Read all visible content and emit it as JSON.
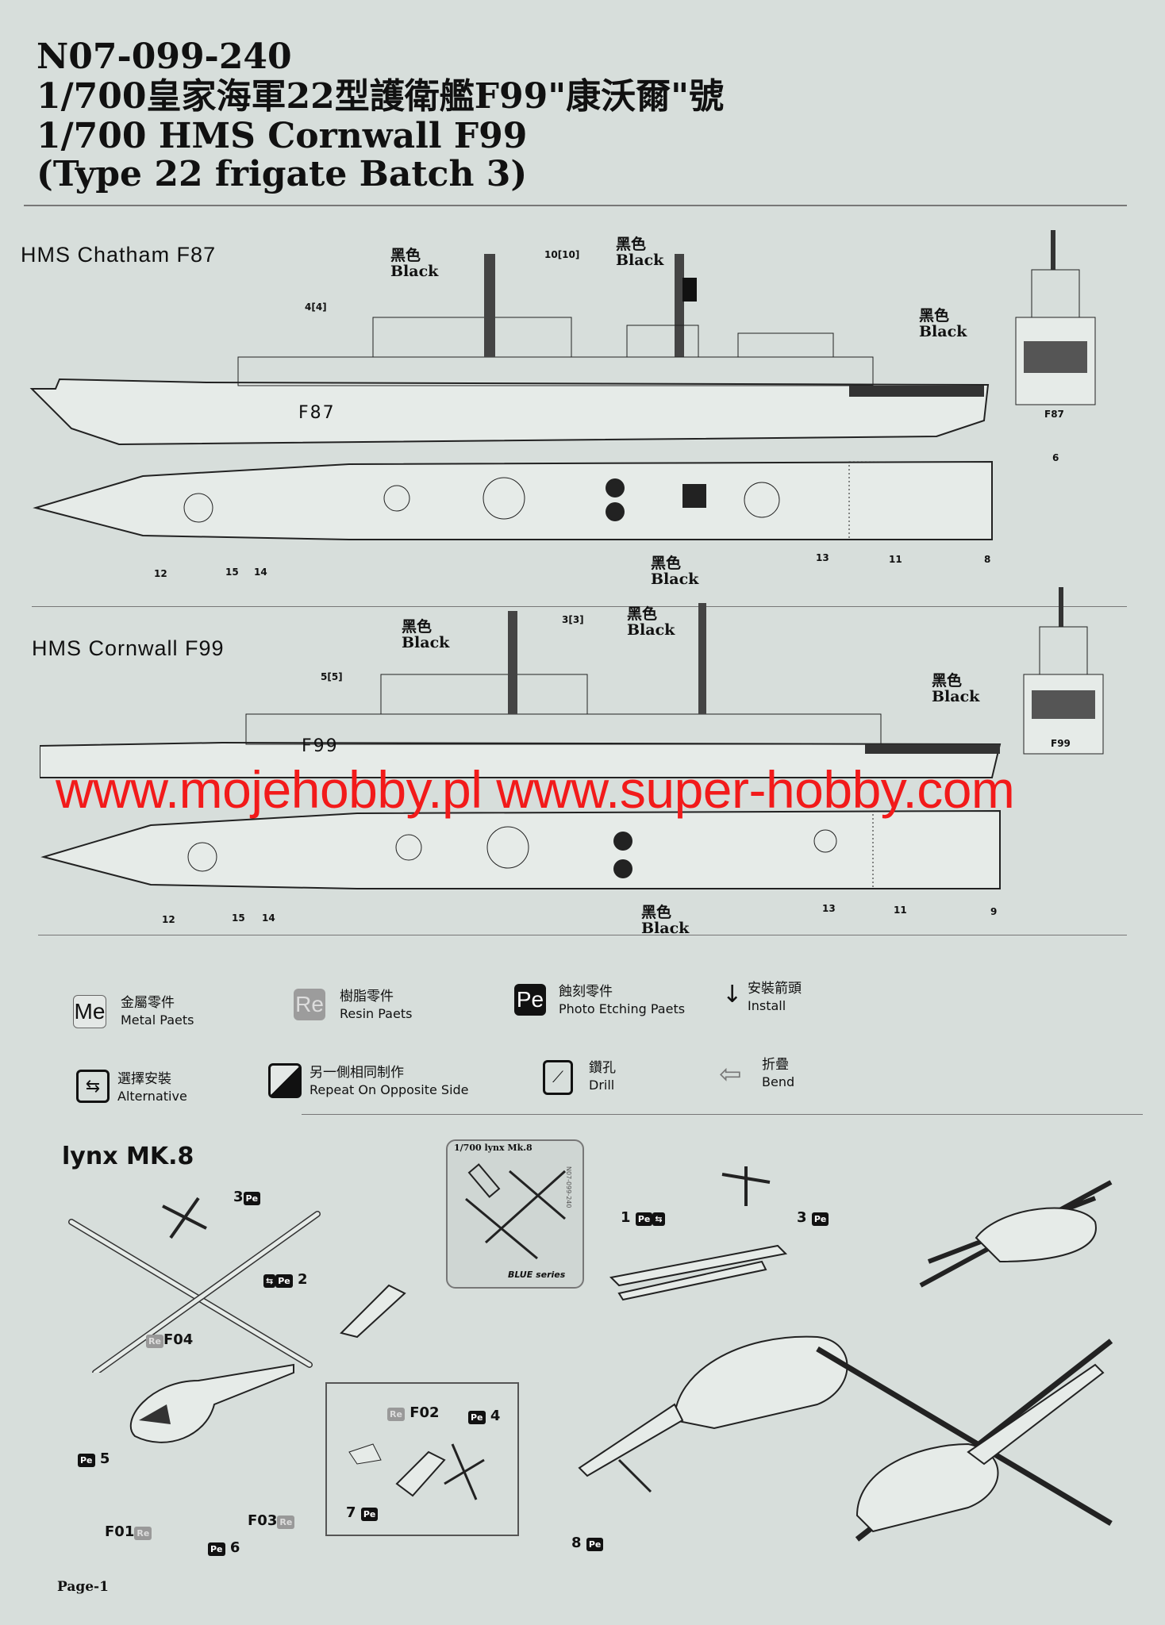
{
  "header": {
    "code": "N07-099-240",
    "title_cn": "1/700皇家海軍22型護衛艦F99\"康沃爾\"號",
    "title_en": "1/700 HMS Cornwall F99",
    "subtitle": "(Type 22 frigate Batch 3)"
  },
  "ships": [
    {
      "name": "HMS  Chatham F87",
      "hull": "F87",
      "bow_hull": "F87",
      "notes": [
        {
          "cn": "黑色",
          "en": "Black"
        },
        {
          "cn": "黑色",
          "en": "Black"
        },
        {
          "cn": "黑色",
          "en": "Black"
        },
        {
          "cn": "黑色",
          "en": "Black"
        }
      ],
      "side_numbers": [
        "4[4]",
        "10[10]"
      ],
      "top_numbers": [
        "12",
        "15",
        "14",
        "13",
        "11",
        "8"
      ],
      "bow_number": "6"
    },
    {
      "name": "HMS Cornwall F99",
      "hull": "F99",
      "bow_hull": "F99",
      "notes": [
        {
          "cn": "黑色",
          "en": "Black"
        },
        {
          "cn": "黑色",
          "en": "Black"
        },
        {
          "cn": "黑色",
          "en": "Black"
        },
        {
          "cn": "黑色",
          "en": "Black"
        }
      ],
      "side_numbers": [
        "5[5]",
        "3[3]"
      ],
      "top_numbers": [
        "12",
        "15",
        "14",
        "13",
        "11",
        "9"
      ]
    }
  ],
  "watermark": "www.mojehobby.pl www.super-hobby.com",
  "legend": [
    {
      "badge": "Me",
      "cn": "金屬零件",
      "en": "Metal Paets"
    },
    {
      "badge": "Re",
      "cn": "樹脂零件",
      "en": "Resin Paets"
    },
    {
      "badge": "Pe",
      "cn": "蝕刻零件",
      "en": "Photo  Etching Paets"
    },
    {
      "badge": "arrow-down",
      "cn": "安裝箭頭",
      "en": "Install"
    },
    {
      "badge": "alternative",
      "cn": "選擇安裝",
      "en": "Alternative"
    },
    {
      "badge": "half",
      "cn": "另一側相同制作",
      "en": "Repeat On Opposite Side"
    },
    {
      "badge": "drill",
      "cn": "鑽孔",
      "en": "Drill"
    },
    {
      "badge": "bend",
      "cn": "折疊",
      "en": "Bend"
    }
  ],
  "lynx": {
    "title": "lynx MK.8",
    "sheet_title": "1/700 lynx Mk.8",
    "sheet_brand": "BLUE series",
    "sheet_code": "N07-099-240",
    "labels": {
      "p3": "3",
      "p2": "2",
      "f04": "F04",
      "p5": "5",
      "f01": "F01",
      "p6": "6",
      "f03": "F03",
      "f02": "F02",
      "p4": "4",
      "p7": "7",
      "p1": "1",
      "p3b": "3",
      "p8": "8"
    },
    "pe": "Pe",
    "re": "Re"
  },
  "footer": {
    "page": "Page-1"
  }
}
